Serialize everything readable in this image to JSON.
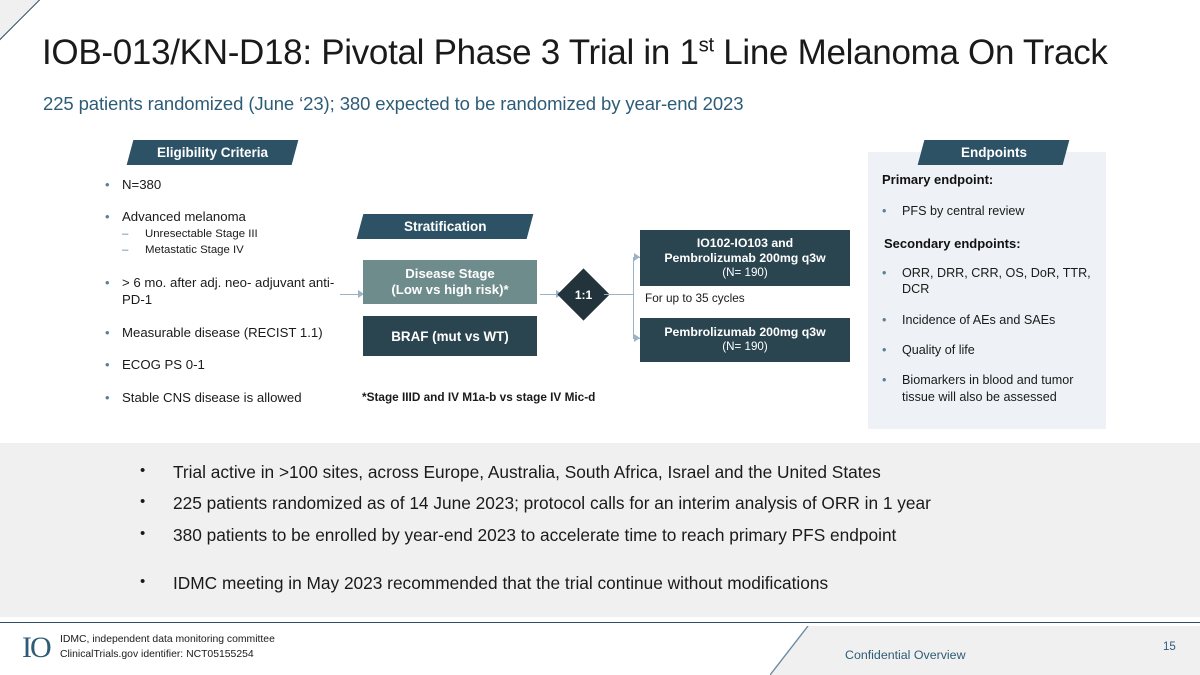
{
  "slide": {
    "title_prefix": "IOB-013/KN-D18: Pivotal Phase 3 Trial in 1",
    "title_sup": "st",
    "title_suffix": " Line Melanoma On Track",
    "subtitle": "225 patients randomized (June ‘23); 380 expected to be randomized by year-end 2023"
  },
  "eligibility": {
    "banner": "Eligibility Criteria",
    "items": [
      {
        "text": "N=380"
      },
      {
        "text": "Advanced melanoma",
        "subitems": [
          "Unresectable Stage III",
          "Metastatic Stage IV"
        ]
      },
      {
        "text": "> 6 mo. after adj. neo- adjuvant anti-PD-1"
      },
      {
        "text": "Measurable disease (RECIST 1.1)"
      },
      {
        "text": "ECOG PS 0-1"
      },
      {
        "text": "Stable CNS disease is allowed"
      }
    ]
  },
  "diagram": {
    "stratification_banner": "Stratification",
    "disease_stage_line1": "Disease Stage",
    "disease_stage_line2": "(Low vs high risk)*",
    "braf_box": "BRAF (mut vs WT)",
    "randomization_ratio": "1:1",
    "arm1_line1": "IO102-IO103 and",
    "arm1_line2": "Pembrolizumab 200mg q3w",
    "arm1_n": "(N= 190)",
    "cycles_note": "For up to 35 cycles",
    "arm2_line1": "Pembrolizumab 200mg q3w",
    "arm2_n": "(N= 190)",
    "footnote": "*Stage IIID and IV M1a-b vs stage IV Mic-d"
  },
  "endpoints": {
    "banner": "Endpoints",
    "primary_heading": "Primary endpoint:",
    "primary_items": [
      "PFS by central review"
    ],
    "secondary_heading": "Secondary endpoints:",
    "secondary_items": [
      "ORR, DRR, CRR, OS, DoR, TTR, DCR",
      "Incidence of AEs and SAEs",
      "Quality of life",
      "Biomarkers in blood and tumor tissue will also be assessed"
    ]
  },
  "bottom_notes": [
    "Trial active in >100 sites, across Europe, Australia, South Africa, Israel and the United States",
    "225 patients randomized as of 14 June 2023; protocol calls for an interim analysis of ORR in 1 year",
    "380 patients to be enrolled by year-end 2023 to accelerate time to reach primary PFS endpoint",
    "IDMC meeting in May 2023 recommended that the trial continue without modifications"
  ],
  "footer": {
    "logo_text": "IO",
    "note_line1": "IDMC, independent data monitoring committee",
    "note_line2": "ClinicalTrials.gov identifier: NCT05155254",
    "confidential": "Confidential Overview",
    "page_number": "15"
  },
  "colors": {
    "banner_dark": "#2d5266",
    "box_dark": "#2a4550",
    "box_sage": "#6f8c8c",
    "diamond": "#22333c",
    "accent_blue": "#2e5c77",
    "panel_gray": "#eef1f5",
    "band_gray": "#f0f0f0",
    "connector": "#9bb3c4"
  }
}
